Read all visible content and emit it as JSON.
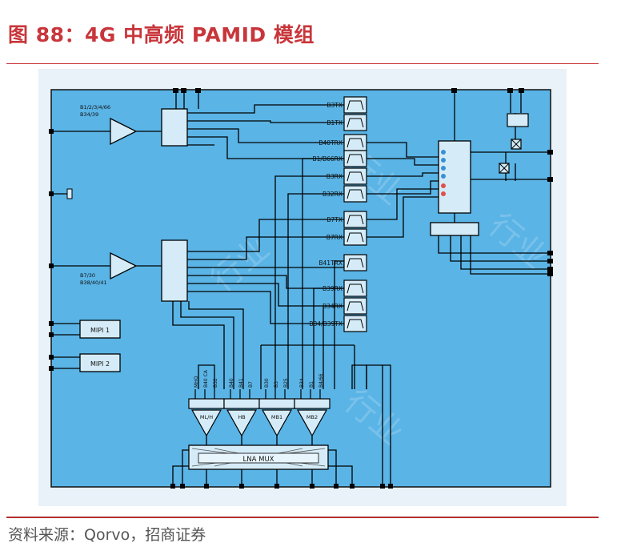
{
  "figure": {
    "title": "图 88：4G 中高频 PAMID 模组",
    "source": "资料来源：Qorvo，招商证券"
  },
  "labels": {
    "pa_top": [
      "B1/2/3/4/66",
      "B34/39"
    ],
    "pa_bottom": [
      "B7/30",
      "B38/40/41"
    ],
    "mipi1": "MIPI 1",
    "mipi2": "MIPI 2",
    "lna_mux": "LNA MUX"
  },
  "filters": [
    "B3TX",
    "B1TX",
    "B40TRX",
    "B1/B66RX",
    "B3RX",
    "B32RX",
    "B7TX",
    "B7RX",
    "B41TRX",
    "B39RX",
    "B34RX",
    "B34/B39TX"
  ],
  "lnas": [
    {
      "label": "ML/H",
      "pins": [
        "MHO",
        "B40 CA",
        "B32"
      ]
    },
    {
      "label": "HB",
      "pins": [
        "B40",
        "B41",
        "B7"
      ]
    },
    {
      "label": "MB1",
      "pins": [
        "B30",
        "B3",
        "B25"
      ]
    },
    {
      "label": "MB2",
      "pins": [
        "B34",
        "B1",
        "B4/66"
      ]
    }
  ],
  "colors": {
    "title": "#c8363b",
    "board": "#5ab4e6",
    "block": "#d5ecf8",
    "line": "#000000"
  }
}
